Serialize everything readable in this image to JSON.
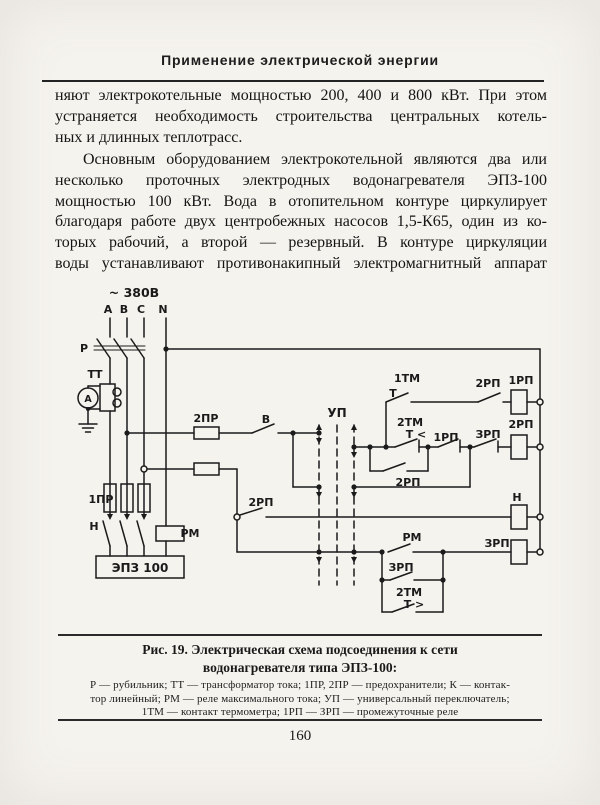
{
  "header": {
    "title": "Применение электрической энергии"
  },
  "paragraphs": [
    {
      "lines": [
        "няют электрокотельные мощностью 200, 400 и 800 кВт. При этом",
        "устраняется необходимость строительства центральных котель-",
        "ных и длинных теплотрасс."
      ]
    },
    {
      "lines": [
        "Основным оборудованием электрокотельной являются два или",
        "несколько проточных электродных водонагревателя ЭПЗ-100",
        "мощностью 100 кВт. Вода в отопительном контуре циркулирует",
        "благодаря работе двух центробежных насосов 1,5-К65, один из ко-",
        "торых рабочий, а второй — резервный. В контуре циркуляции",
        "воды устанавливают противонакипный электромагнитный аппарат"
      ]
    }
  ],
  "figure": {
    "caption_line1": "Рис. 19. Электрическая схема подсоединения к сети",
    "caption_line2": "водонагревателя типа ЭПЗ-100:",
    "legend_lines": [
      "Р — рубильник; ТТ — трансформатор тока; 1ПР, 2ПР — предохранители; К — контак-",
      "тор линейный; РМ — реле максимального тока; УП — универсальный переключатель;",
      "1ТМ — контакт термометра; 1РП — ЗРП — промежуточные реле"
    ]
  },
  "schematic": {
    "labels": {
      "supply": "~ 380В",
      "phase_a": "А",
      "phase_b": "В",
      "phase_c": "С",
      "neutral": "N",
      "breaker": "Р",
      "ct": "ТТ",
      "ammeter": "А",
      "fuse1": "1ПР",
      "fuse2": "2ПР",
      "switch_v": "В",
      "up": "УП",
      "tm1": "1ТМ",
      "t1": "Т",
      "rp2_row1": "2РП",
      "rp1_coil": "1РП",
      "tm2": "2ТМ",
      "t_lt": "Т <",
      "rp1_row2": "1РП",
      "rp3_row2": "ЗРП",
      "rp2_coil": "2РП",
      "rp2_bypass": "2РП",
      "rp2_nrow": "2РП",
      "n_coil": "Н",
      "rm_contact": "РМ",
      "rp3_coil": "ЗРП",
      "rp3_hold": "ЗРП",
      "tm2_bot": "2ТМ",
      "t_gt": "Т >",
      "k_contacts": "Н",
      "rm_coil": "РМ",
      "boiler": "ЭПЗ 100"
    }
  },
  "page": {
    "number": "160"
  }
}
